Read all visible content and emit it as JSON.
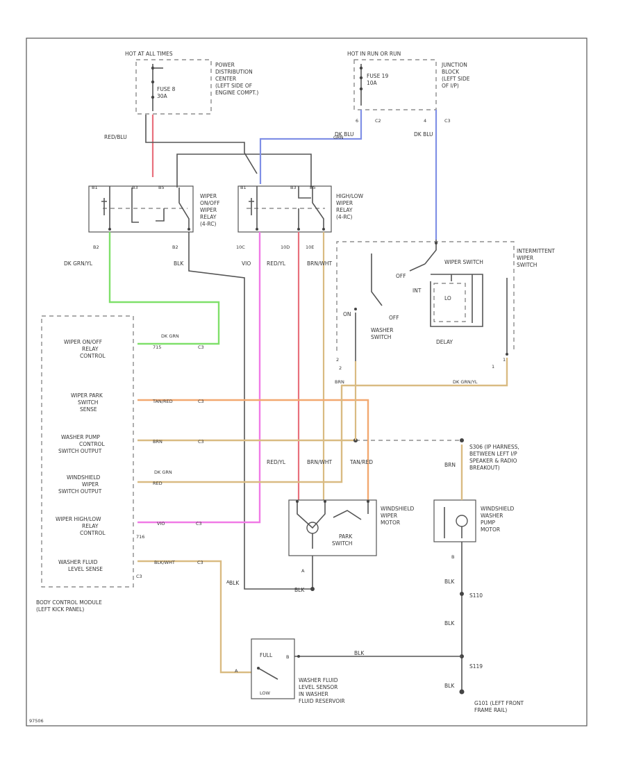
{
  "colors": {
    "red": "#e8707c",
    "blue": "#7f8fe6",
    "green": "#7fe06a",
    "orange": "#f2a870",
    "tan": "#d9bb82",
    "magenta": "#f07ae6",
    "black": "#555555"
  },
  "components": {
    "pdc_hot": "HOT AT ALL TIMES",
    "pdc_fuse_1": "FUSE 8",
    "pdc_fuse_2": "30A",
    "pdc_desc_1": "POWER",
    "pdc_desc_2": "DISTRIBUTION",
    "pdc_desc_3": "CENTER",
    "pdc_desc_4": "(LEFT SIDE OF",
    "pdc_desc_5": "ENGINE COMPT.)",
    "jb_hot": "HOT IN RUN OR RUN",
    "jb_fuse_1": "FUSE 19",
    "jb_fuse_2": "10A",
    "jb_desc_1": "JUNCTION",
    "jb_desc_2": "BLOCK",
    "jb_desc_3": "(LEFT SIDE",
    "jb_desc_4": "OF I/P)",
    "relay1_1": "WIPER",
    "relay1_2": "ON/OFF",
    "relay1_3": "WIPER",
    "relay1_4": "RELAY",
    "relay1_5": "(4-RC)",
    "relay2_1": "HIGH/LOW",
    "relay2_2": "WIPER",
    "relay2_3": "RELAY",
    "relay2_4": "(4-RC)",
    "intsw_1": "INTERMITTENT",
    "intsw_2": "WIPER",
    "intsw_3": "SWITCH",
    "wiper_switch": "WIPER SWITCH",
    "off1": "OFF",
    "int": "INT",
    "lo": "LO",
    "off2": "OFF",
    "on": "ON",
    "washer_sw_1": "WASHER",
    "washer_sw_2": "SWITCH",
    "delay": "DELAY",
    "bcm_onoff_1": "WIPER ON/OFF",
    "bcm_onoff_2": "RELAY",
    "bcm_onoff_3": "CONTROL",
    "bcm_park_1": "WIPER PARK",
    "bcm_park_2": "SWITCH",
    "bcm_park_3": "SENSE",
    "bcm_pump_1": "WASHER PUMP",
    "bcm_pump_2": "CONTROL",
    "bcm_pump_3": "SWITCH OUTPUT",
    "bcm_ws_1": "WINDSHIELD",
    "bcm_ws_2": "WIPER",
    "bcm_ws_3": "SWITCH OUTPUT",
    "bcm_hl_1": "WIPER HIGH/LOW",
    "bcm_hl_2": "RELAY",
    "bcm_hl_3": "CONTROL",
    "bcm_fluid_1": "WASHER FLUID",
    "bcm_fluid_2": "LEVEL SENSE",
    "bcm_name_1": "BODY CONTROL MODULE",
    "bcm_name_2": "(LEFT KICK PANEL)",
    "c3": "C3",
    "c2": "C2",
    "motor_1": "WINDSHIELD",
    "motor_2": "WIPER",
    "motor_3": "MOTOR",
    "park_1": "PARK",
    "park_2": "SWITCH",
    "pump_1": "WINDSHIELD",
    "pump_2": "WASHER",
    "pump_3": "PUMP",
    "pump_4": "MOTOR",
    "splice_1": "S306 (IP HARNESS,",
    "splice_2": "BETWEEN LEFT I/P",
    "splice_3": "SPEAKER & RADIO",
    "splice_4": "BREAKOUT)",
    "level_full": "FULL",
    "level_low": "LOW",
    "level_1": "WASHER FLUID",
    "level_2": "LEVEL SENSOR",
    "level_3": "IN WASHER",
    "level_4": "FLUID RESERVOIR",
    "ground_1": "G101 (LEFT FRONT",
    "ground_2": "FRAME RAIL)",
    "s110": "S110",
    "s119": "S119",
    "code": "97506"
  },
  "wires": {
    "red_blu": "RED/BLU",
    "dk_blu_1": "DK BLU",
    "dk_blu_2": "DK BLU",
    "dk_grn_yl_1": "DK GRN/YL",
    "blk_1": "BLK",
    "vio_1": "VIO",
    "red_yl_1": "RED/YL",
    "brn_wht_1": "BRN/WHT",
    "dk_grn_1": "DK GRN",
    "tan_red_1": "TAN/RED",
    "brn_1": "BRN",
    "dk_grn_2": "DK GRN",
    "red_1": "RED",
    "vio_2": "VIO",
    "blk_wht": "BLK/WHT",
    "red_yl_2": "RED/YL",
    "brn_wht_2": "BRN/WHT",
    "tan_red_2": "TAN/RED",
    "brn_2": "BRN",
    "brn_3": "BRN",
    "dk_grn_yl_2": "DK GRN/YL",
    "blk_2": "BLK",
    "blk_3": "BLK",
    "blk_4": "BLK",
    "blk_5": "BLK",
    "blk_6": "BLK",
    "blk_7": "BLK",
    "grn_1": "GRN"
  },
  "pins": {
    "p1": "B1",
    "p2": "B3",
    "p3": "B5",
    "p4": "B1",
    "p5": "B3",
    "p6": "B5",
    "p7": "B2",
    "p8": "B2",
    "p9": "10C",
    "p10": "10D",
    "p11": "10E",
    "p12": "6",
    "p13": "4",
    "p14": "1",
    "p15": "2",
    "p16": "1",
    "p17": "2",
    "p18": "A",
    "p19": "A",
    "p20": "B",
    "p21": "A",
    "p22": "B",
    "b1": "715",
    "b2": "C3",
    "b3": "716",
    "b4": "C3",
    "b5": "C3",
    "b6": "C3",
    "b7": "C3",
    "b8": "C3",
    "b9": "C2"
  }
}
